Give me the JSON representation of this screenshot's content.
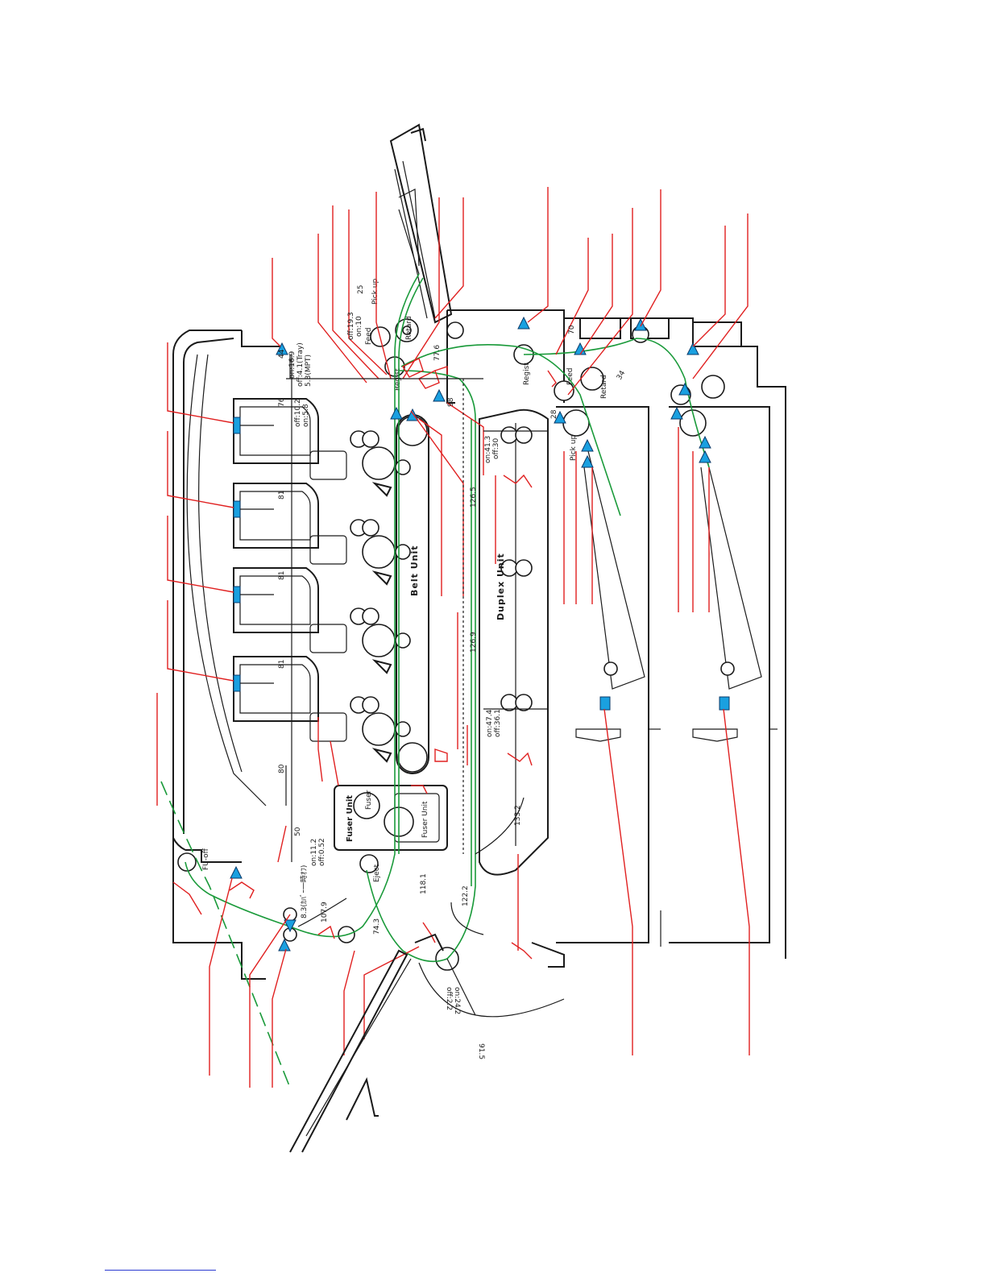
{
  "diagram": {
    "units": {
      "belt": "Belt Unit",
      "duplex": "Duplex Unit",
      "fuser": "Fuser Unit",
      "fuser_small": "Fuser",
      "fuser_unit_small": "Fuser Unit"
    },
    "roller_labels": {
      "pick_up": "Pick up",
      "feed": "Feed",
      "retard": "Retard",
      "regist": "Regist",
      "regist2": "Regist",
      "pick_up_tray": "Pick up",
      "feed_tray": "Feed",
      "retard_tray": "Retard",
      "eject": "Eject",
      "face_off": "FU-off"
    },
    "dimensions": {
      "d76": "76",
      "d81a": "81",
      "d81b": "81",
      "d81c": "81",
      "d80": "80",
      "d44": "44",
      "d50": "50",
      "d25": "25",
      "d98": "98",
      "d776": "77.6",
      "d70": "70",
      "d28": "28",
      "d126_5": "126.5",
      "d126_9": "126.9",
      "d133_2": "133.2",
      "d118_1": "118.1",
      "d122_2": "122.2",
      "d74_3": "74.3",
      "d107_9": "107.9",
      "d91_5": "91.5",
      "d34": "34",
      "on_off_1": "on:16.9",
      "on_off_2": "off:4.1(Tray)",
      "on_off_3": "5.3(MPT)",
      "on_off_4": "off:19.3",
      "on_off_5": "on:10",
      "on_off_6": "off:10.2",
      "on_off_7": "on:5.8",
      "on_off_8": "on:41.3",
      "on_off_9": "off:30",
      "on_off_10": "on:47.4",
      "on_off_11": "off:36.1",
      "on_off_12": "on:11.2",
      "on_off_13": "off:0.52",
      "on_off_14": "8.3(ｶﾊﾞｰ一時ｵﾌ)",
      "on_off_15": "on:24.2",
      "on_off_16": "off:2.2"
    }
  },
  "colors": {
    "paper_path": "#1a9a3a",
    "callout": "#e02020",
    "sensor": "#1aa0e0",
    "outline": "#1a1a1a"
  }
}
